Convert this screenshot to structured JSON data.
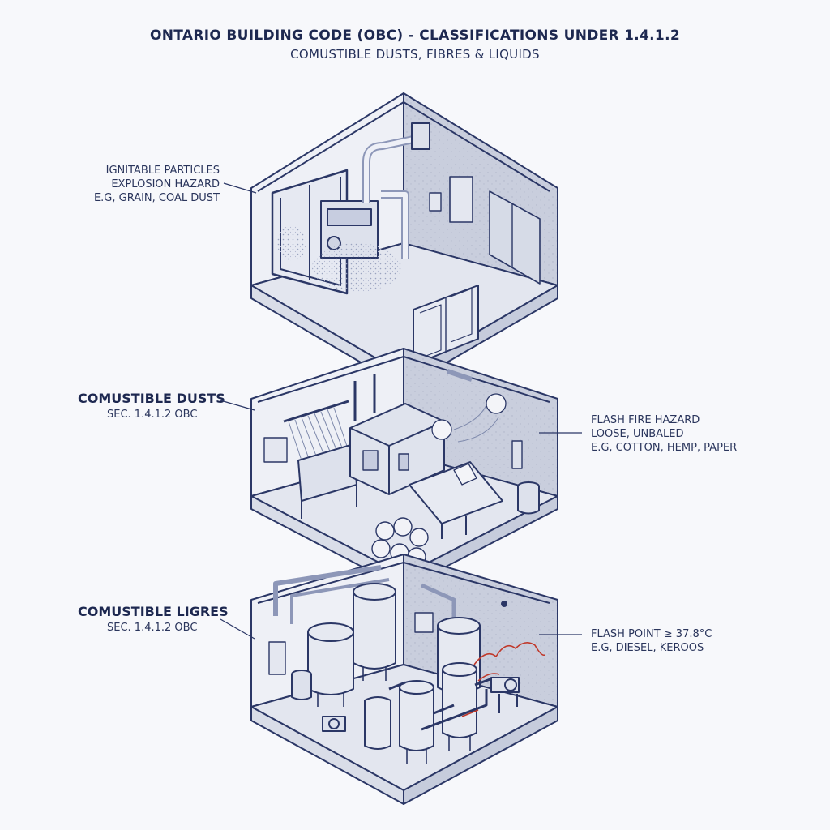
{
  "header": {
    "title": "ONTARIO BUILDING CODE (OBC) - CLASSIFICATIONS UNDER 1.4.1.2",
    "subtitle": "COMUSTIBLE DUSTS, FIBRES & LIQUIDS"
  },
  "levels": {
    "top": {
      "callout_lines": [
        "IGNITABLE PARTICLES",
        "EXPLOSION HAZARD",
        "E.G, GRAIN, COAL DUST"
      ]
    },
    "middle": {
      "heading": "COMUSTIBLE DUSTS",
      "section": "SEC. 1.4.1.2 OBC",
      "callout_lines": [
        "FLASH FIRE HAZARD",
        "LOOSE, UNBALED",
        "E.G, COTTON, HEMP, PAPER"
      ]
    },
    "bottom": {
      "heading": "COMUSTIBLE LIGRES",
      "section": "SEC. 1.4.1.2 OBC",
      "callout_lines": [
        "FLASH POINT ≥ 37.8°C",
        "E.G, DIESEL, KEROOS"
      ]
    }
  },
  "colors": {
    "ink": "#2b3766",
    "wall_light": "#eef0f6",
    "wall_dark": "#cdd2e0",
    "floor": "#e3e6ef",
    "accent_red": "#c0392b"
  }
}
